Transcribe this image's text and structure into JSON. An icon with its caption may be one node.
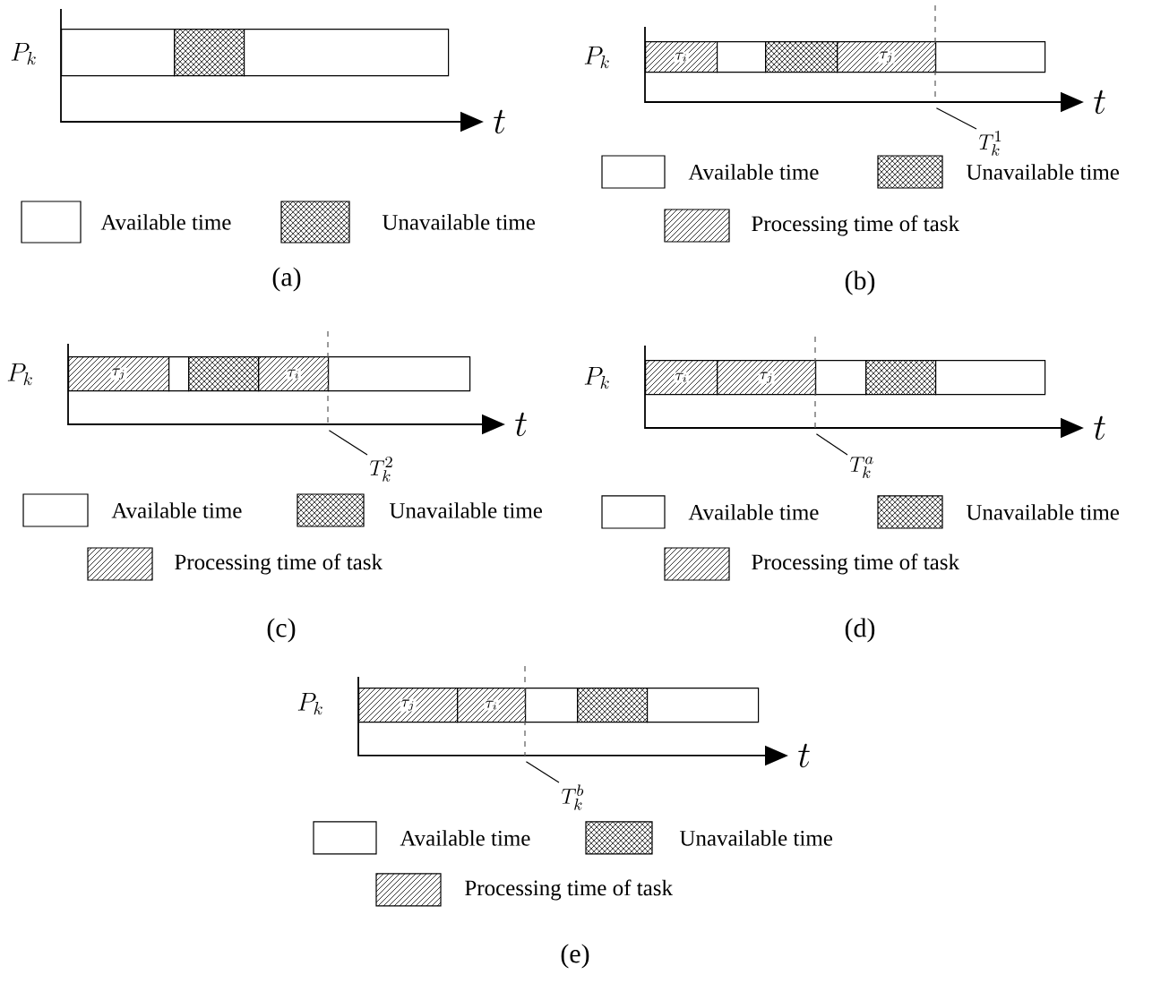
{
  "diagram": {
    "nodes": [
      {
        "text": [],
        "shape": "box"
      },
      {
        "text": [],
        "shape": "box"
      },
      {
        "text": [],
        "shape": "box"
      },
      {
        "text": [
          "\\tau_i"
        ]
      },
      {
        "text": [],
        "shape": "box"
      },
      {
        "text": [],
        "shape": "box"
      },
      {
        "text": [
          "\\tau_j"
        ]
      },
      {
        "text": [],
        "shape": "box"
      },
      {
        "text": [
          "T_k^1"
        ]
      },
      {
        "text": [
          "\\tau_j"
        ]
      },
      {
        "text": [],
        "shape": "box"
      },
      {
        "text": [],
        "shape": "box"
      },
      {
        "text": [
          "\\tau_i"
        ]
      },
      {
        "text": [],
        "shape": "box"
      },
      {
        "text": [
          "T_k^2"
        ]
      },
      {
        "text": [
          "\\tau_i"
        ]
      },
      {
        "text": [
          "\\tau_j"
        ]
      },
      {
        "text": [],
        "shape": "box"
      },
      {
        "text": [],
        "shape": "box"
      },
      {
        "text": [],
        "shape": "box"
      },
      {
        "text": [
          "T_k^a"
        ]
      },
      {
        "text": [
          "\\tau_j"
        ]
      },
      {
        "text": [
          "\\tau_i"
        ]
      },
      {
        "text": [],
        "shape": "box"
      },
      {
        "text": [],
        "shape": "box"
      },
      {
        "text": [],
        "shape": "box"
      },
      {
        "text": [
          "T_k^b"
        ]
      },
      {
        "text": [],
        "shape": "line"
      },
      {
        "text": [],
        "shape": "line"
      },
      {
        "text": [],
        "shape": "line"
      },
      {
        "text": [],
        "shape": "line"
      }
    ],
    "edges": [
      {
        "from": 8,
        "to": 27,
        "arrow": "none"
      },
      {
        "from": 14,
        "to": 28,
        "arrow": "none"
      },
      {
        "from": 20,
        "to": 29,
        "arrow": "none"
      },
      {
        "from": 26,
        "to": 30,
        "arrow": "none"
      }
    ],
    "labels": [
      "P_k",
      "t",
      "(a)",
      "P_k",
      "t",
      "(b)",
      "P_k",
      "t",
      "(c)",
      "P_k",
      "t",
      "(d)",
      "P_k",
      "t",
      "(e)"
    ],
    "legend": [
      {
        "text": "Available time"
      },
      {
        "text": "Unavailable  time"
      },
      {
        "text": "Available time"
      },
      {
        "text": "Unavailable  time"
      },
      {
        "text": "Processing time of task"
      },
      {
        "text": "Available time"
      },
      {
        "text": "Unavailable  time"
      },
      {
        "text": "Processing time of task"
      },
      {
        "text": "Available time"
      },
      {
        "text": "Unavailable  time"
      },
      {
        "text": "Processing time of task"
      },
      {
        "text": "Available time"
      },
      {
        "text": "Unavailable  time"
      },
      {
        "text": "Processing time of task"
      }
    ]
  }
}
